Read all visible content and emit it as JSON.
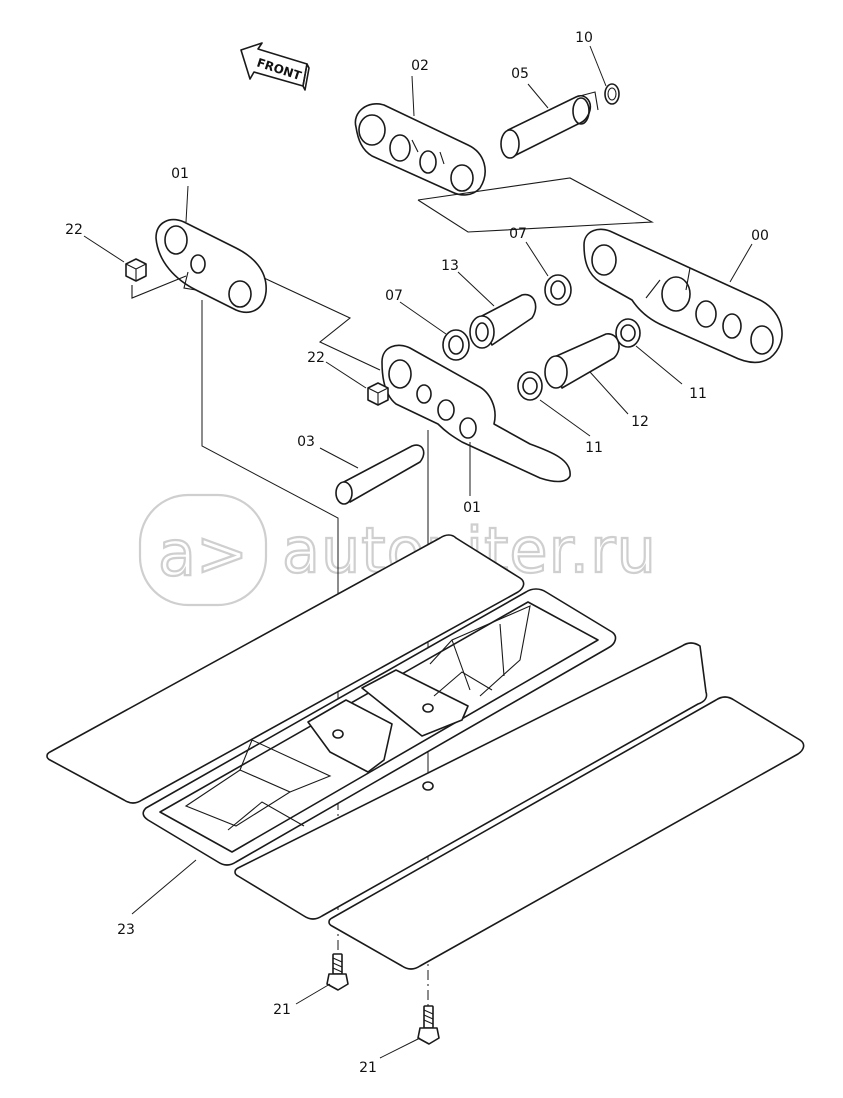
{
  "direction_label": "FRONT",
  "watermark": {
    "text": "autopiter.ru",
    "color": "#cfcfcf"
  },
  "callouts": [
    {
      "id": "00",
      "text": "00"
    },
    {
      "id": "01-upper",
      "text": "01"
    },
    {
      "id": "01-lower",
      "text": "01"
    },
    {
      "id": "02",
      "text": "02"
    },
    {
      "id": "03",
      "text": "03"
    },
    {
      "id": "05",
      "text": "05"
    },
    {
      "id": "07-upper",
      "text": "07"
    },
    {
      "id": "07-lower",
      "text": "07"
    },
    {
      "id": "10",
      "text": "10"
    },
    {
      "id": "11-upper",
      "text": "11"
    },
    {
      "id": "11-lower",
      "text": "11"
    },
    {
      "id": "12",
      "text": "12"
    },
    {
      "id": "13",
      "text": "13"
    },
    {
      "id": "21-upper",
      "text": "21"
    },
    {
      "id": "21-lower",
      "text": "21"
    },
    {
      "id": "22-upper",
      "text": "22"
    },
    {
      "id": "22-lower",
      "text": "22"
    },
    {
      "id": "23",
      "text": "23"
    }
  ],
  "line_color": "#1a1a1a"
}
